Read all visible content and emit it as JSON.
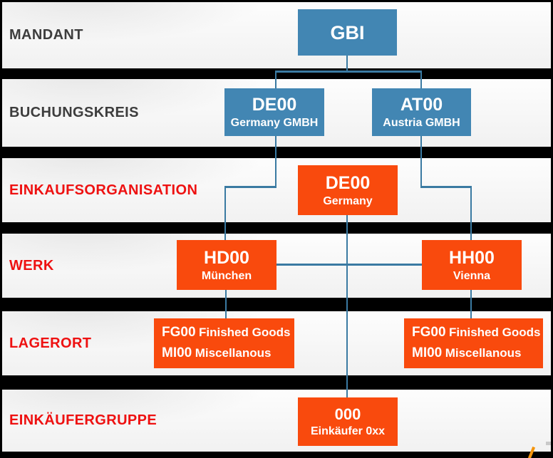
{
  "rows": [
    {
      "label": "MANDANT"
    },
    {
      "label": "BUCHUNGSKREIS"
    },
    {
      "label": "EINKAUFSORGANISATION"
    },
    {
      "label": "WERK"
    },
    {
      "label": "LAGERORT"
    },
    {
      "label": "EINKÄUFERGRUPPE"
    }
  ],
  "boxes": {
    "gbi": {
      "code": "GBI"
    },
    "buchungskreis_de00": {
      "code": "DE00",
      "subtitle": "Germany GMBH"
    },
    "buchungskreis_at00": {
      "code": "AT00",
      "subtitle": "Austria GMBH"
    },
    "einkaufsorg_de00": {
      "code": "DE00",
      "subtitle": "Germany"
    },
    "werk_hd00": {
      "code": "HD00",
      "subtitle": "München"
    },
    "werk_hh00": {
      "code": "HH00",
      "subtitle": "Vienna"
    },
    "lagerort_left": {
      "line1_code": "FG00",
      "line1_text": "Finished Goods",
      "line2_code": "MI00",
      "line2_text": "Miscellanous"
    },
    "lagerort_right": {
      "line1_code": "FG00",
      "line1_text": "Finished Goods",
      "line2_code": "MI00",
      "line2_text": "Miscellanous"
    },
    "einkaeufergruppe_000": {
      "code": "000",
      "subtitle": "Einkäufer 0xx"
    }
  },
  "colors": {
    "blue": "#4286b3",
    "orange": "#f94a0d",
    "line": "#3a7aa2",
    "label_dark": "#3d3d3d",
    "label_red": "#ee1111"
  }
}
